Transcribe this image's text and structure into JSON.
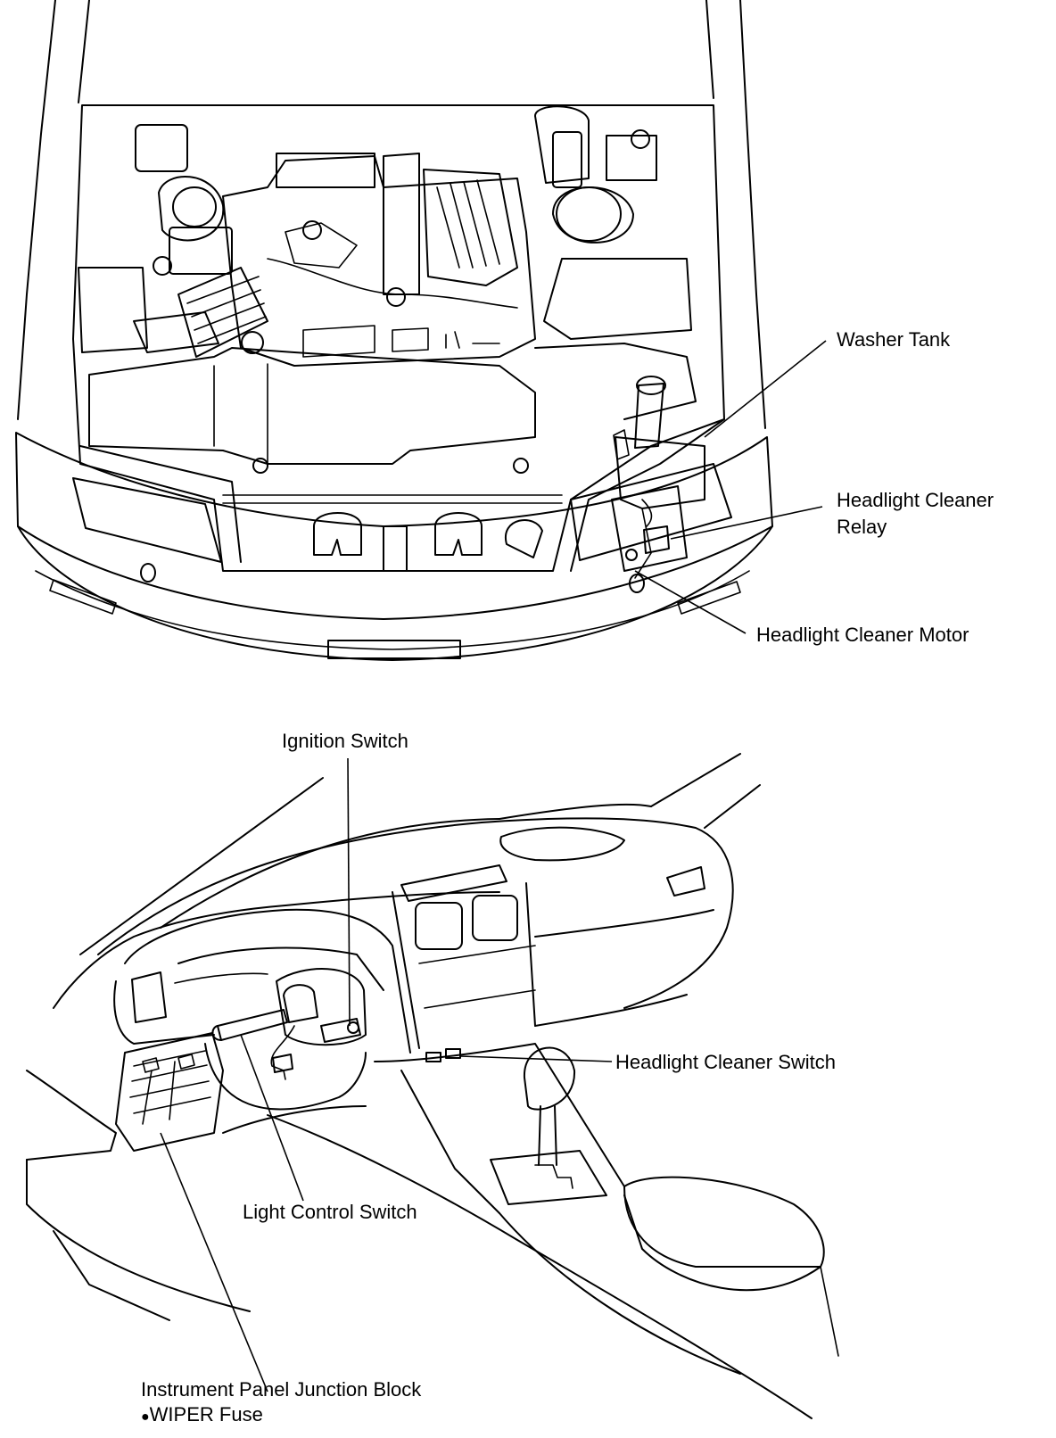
{
  "top_view": {
    "labels": {
      "washer_tank": "Washer Tank",
      "cleaner_relay_line1": "Headlight Cleaner",
      "cleaner_relay_line2": "Relay",
      "cleaner_motor": "Headlight Cleaner Motor"
    }
  },
  "dash_view": {
    "labels": {
      "ignition_switch": "Ignition Switch",
      "cleaner_switch": "Headlight Cleaner Switch",
      "light_control_switch": "Light Control Switch",
      "junction_block": "Instrument Panel Junction Block",
      "wiper_fuse": "WIPER Fuse"
    },
    "bullet": "●"
  }
}
